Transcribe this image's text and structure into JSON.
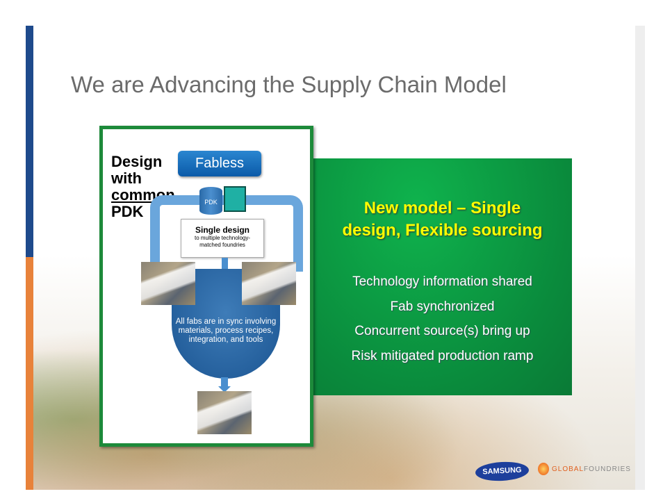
{
  "slide": {
    "title": "We are Advancing the Supply Chain Model",
    "diagram": {
      "design_line1": "Design",
      "design_line2": "with",
      "design_line3": "common",
      "design_line4": "PDK",
      "fabless": "Fabless",
      "pdk": "PDK",
      "single_design": "Single design",
      "single_sub1": "to multiple technology-",
      "single_sub2": "matched foundries",
      "sync_text": "All fabs are in sync involving materials, process recipes, integration, and tools"
    },
    "green_box": {
      "title_line1": "New model – Single",
      "title_line2": "design, Flexible sourcing",
      "items": [
        "Technology information shared",
        "Fab synchronized",
        "Concurrent source(s) bring up",
        "Risk mitigated production ramp"
      ]
    },
    "logos": {
      "samsung": "SAMSUNG",
      "gf_a": "GLOBAL",
      "gf_b": "FOUNDRIES"
    }
  },
  "colors": {
    "accent_green": "#0a8a3c",
    "title_yellow": "#ffff00",
    "blue": "#1e4a8c",
    "orange": "#e8823a"
  }
}
